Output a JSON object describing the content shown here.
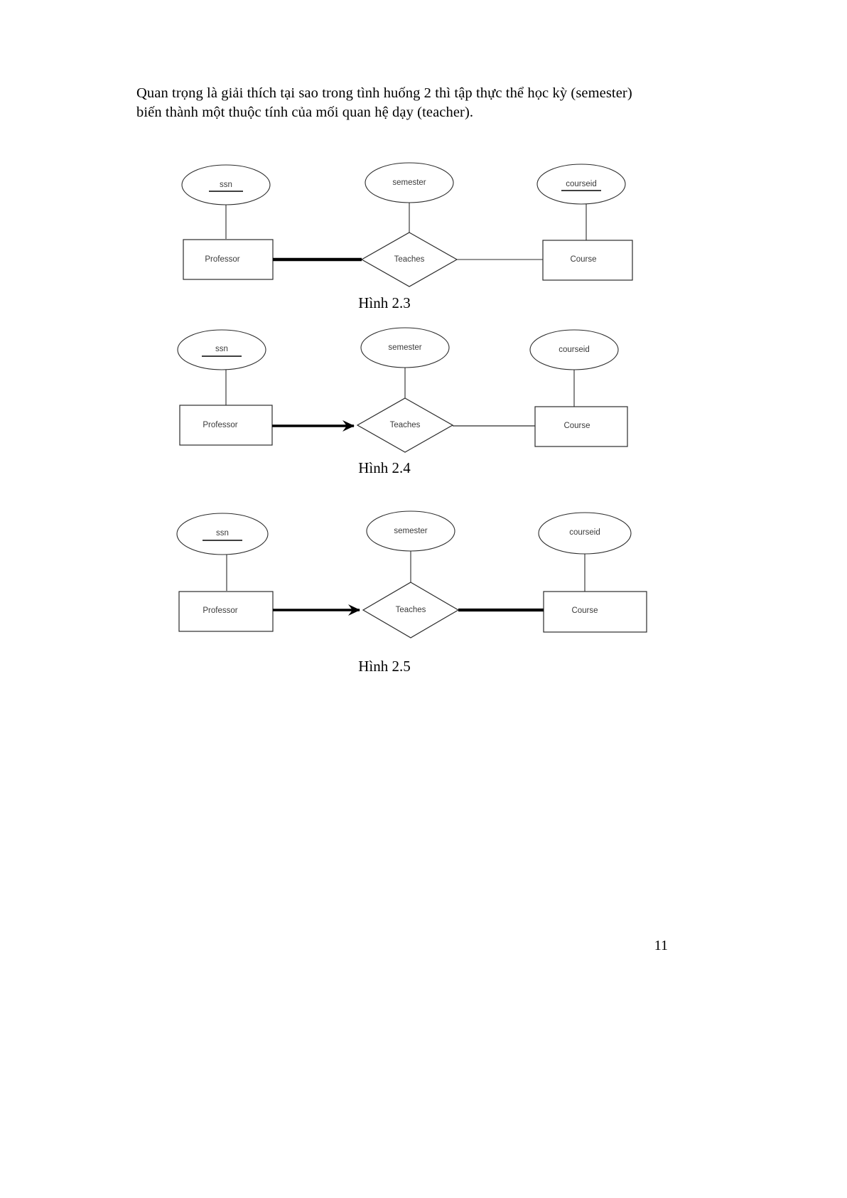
{
  "document": {
    "page_number": "11",
    "intro_paragraph": {
      "line1": "Quan trọng là giải thích tại sao trong tình huống 2 thì tập thực thể học kỳ (semester)",
      "line2": "biến thành một thuộc tính của mối quan hệ dạy (teacher)."
    }
  },
  "figures": [
    {
      "id": "hinh-2-3",
      "caption": "Hình 2.3",
      "entities": [
        {
          "name": "Professor",
          "role": "entity-left"
        },
        {
          "name": "Course",
          "role": "entity-right"
        }
      ],
      "relationship": {
        "name": "Teaches"
      },
      "attributes": [
        {
          "name": "ssn",
          "key": true,
          "attached_to": "Professor"
        },
        {
          "name": "semester",
          "key": false,
          "attached_to": "Teaches"
        },
        {
          "name": "courseid",
          "key": true,
          "attached_to": "Course"
        }
      ],
      "edges": [
        {
          "from": "Professor",
          "to": "Teaches",
          "style": "thick",
          "arrow": false
        },
        {
          "from": "Teaches",
          "to": "Course",
          "style": "thin",
          "arrow": false
        }
      ]
    },
    {
      "id": "hinh-2-4",
      "caption": "Hình 2.4",
      "entities": [
        {
          "name": "Professor",
          "role": "entity-left"
        },
        {
          "name": "Course",
          "role": "entity-right"
        }
      ],
      "relationship": {
        "name": "Teaches"
      },
      "attributes": [
        {
          "name": "ssn",
          "key": true,
          "attached_to": "Professor"
        },
        {
          "name": "semester",
          "key": false,
          "attached_to": "Teaches"
        },
        {
          "name": "courseid",
          "key": true,
          "attached_to": "Course"
        }
      ],
      "edges": [
        {
          "from": "Professor",
          "to": "Teaches",
          "style": "thick",
          "arrow": true
        },
        {
          "from": "Teaches",
          "to": "Course",
          "style": "thin",
          "arrow": false
        }
      ]
    },
    {
      "id": "hinh-2-5",
      "caption": "Hình 2.5",
      "entities": [
        {
          "name": "Professor",
          "role": "entity-left"
        },
        {
          "name": "Course",
          "role": "entity-right"
        }
      ],
      "relationship": {
        "name": "Teaches"
      },
      "attributes": [
        {
          "name": "ssn",
          "key": true,
          "attached_to": "Professor"
        },
        {
          "name": "semester",
          "key": false,
          "attached_to": "Teaches"
        },
        {
          "name": "courseid",
          "key": true,
          "attached_to": "Course"
        }
      ],
      "edges": [
        {
          "from": "Professor",
          "to": "Teaches",
          "style": "thick",
          "arrow": true
        },
        {
          "from": "Teaches",
          "to": "Course",
          "style": "thick",
          "arrow": false
        }
      ]
    }
  ],
  "colors": {
    "ink": "#000000",
    "diagram_stroke": "#2b2b2b",
    "diagram_text": "#3a3a3a",
    "paper": "#ffffff"
  }
}
